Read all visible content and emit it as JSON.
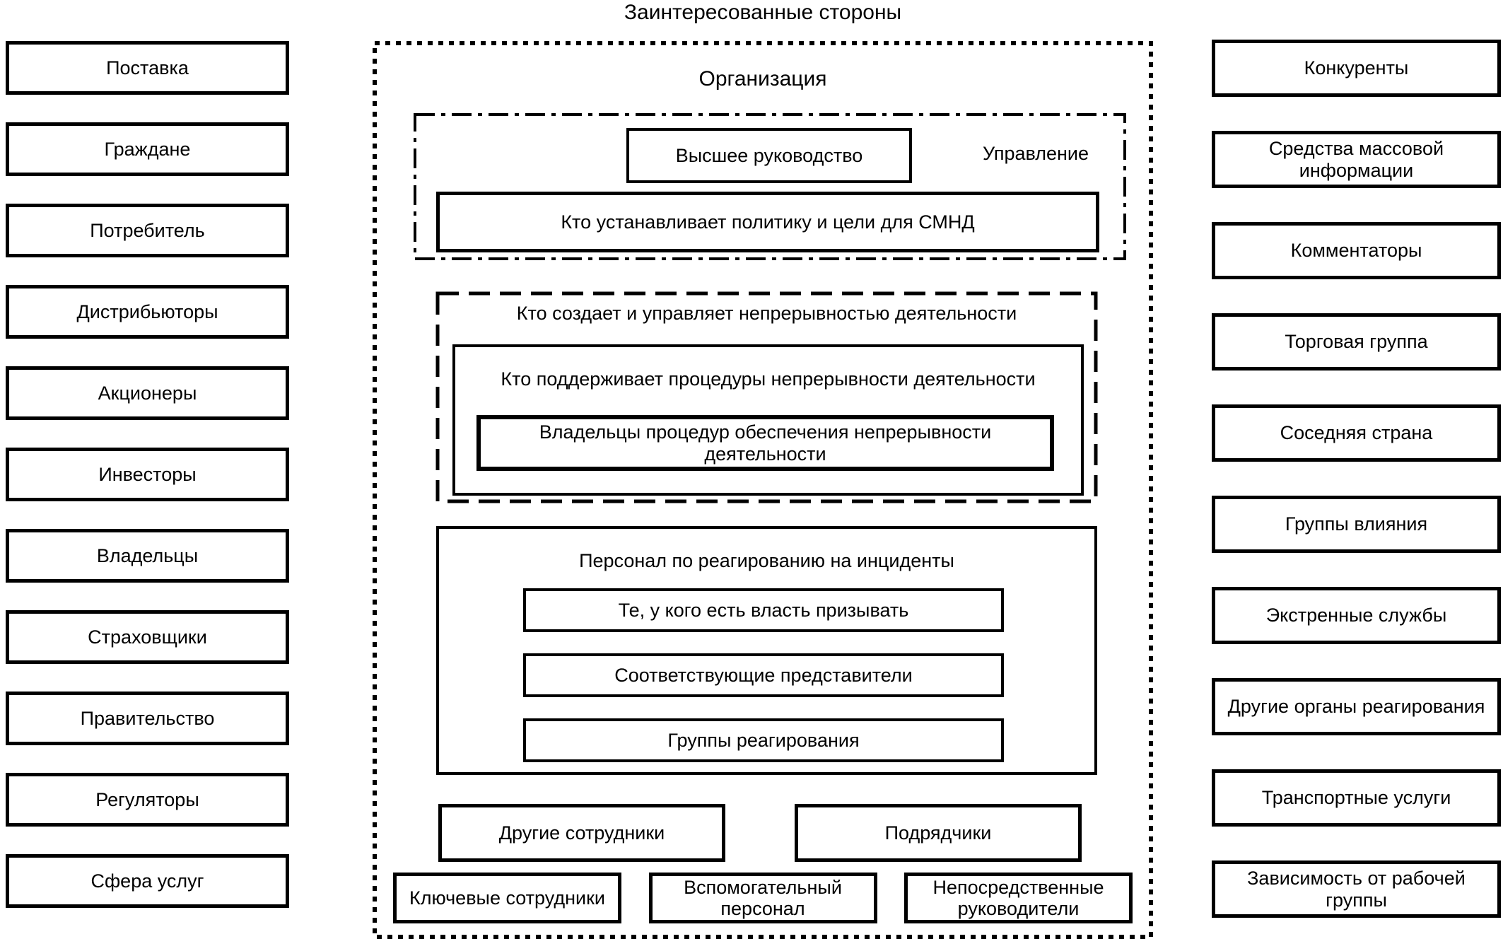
{
  "title": "Заинтересованные стороны",
  "colors": {
    "ink": "#000000",
    "background": "#ffffff"
  },
  "left_column": {
    "items": [
      "Поставка",
      "Граждане",
      "Потребитель",
      "Дистрибьюторы",
      "Акционеры",
      "Инвесторы",
      "Владельцы",
      "Страховщики",
      "Правительство",
      "Регуляторы",
      "Сфера услуг"
    ]
  },
  "right_column": {
    "items": [
      "Конкуренты",
      "Средства массовой информации",
      "Комментаторы",
      "Торговая группа",
      "Соседняя страна",
      "Группы влияния",
      "Экстренные службы",
      "Другие органы реагирования",
      "Транспортные услуги",
      "Зависимость от рабочей группы"
    ]
  },
  "organization": {
    "title": "Организация",
    "management": {
      "side_label": "Управление",
      "top_management": "Высшее руководство",
      "policy": "Кто устанавливает политику и цели для СМНД"
    },
    "continuity": {
      "title": "Кто создает и управляет непрерывностью деятельности",
      "maintainers": "Кто поддерживает процедуры непрерывности деятельности",
      "owners": "Владельцы процедур обеспечения непрерывности деятельности"
    },
    "incident": {
      "title": "Персонал по реагированию на инциденты",
      "items": [
        "Те, у кого есть власть призывать",
        "Соответствующие представители",
        "Группы реагирования"
      ]
    },
    "staff_row1": [
      "Другие сотрудники",
      "Подрядчики"
    ],
    "staff_row2": [
      "Ключевые сотрудники",
      "Вспомогательный персонал",
      "Непосредственные руководители"
    ]
  }
}
